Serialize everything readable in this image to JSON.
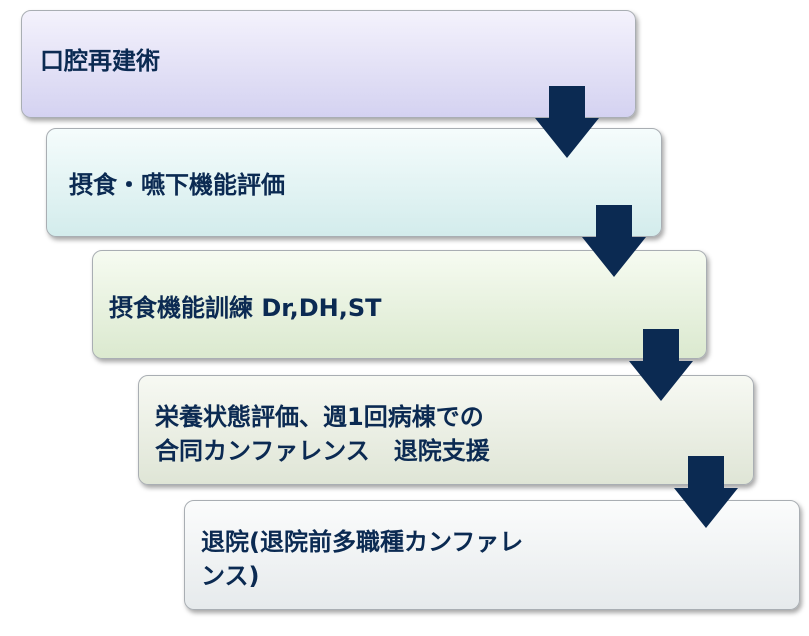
{
  "steps": [
    {
      "label": "口腔再建術"
    },
    {
      "label": "摂食・嚥下機能評価"
    },
    {
      "label": "摂食機能訓練 Dr,DH,ST"
    },
    {
      "label": "栄養状態評価、週1回病棟での\n合同カンファレンス　退院支援"
    },
    {
      "label": "退院(退院前多職種カンファレ\nンス)"
    }
  ],
  "colors": {
    "text": "#0b2a52",
    "arrow": "#0b2a52"
  }
}
